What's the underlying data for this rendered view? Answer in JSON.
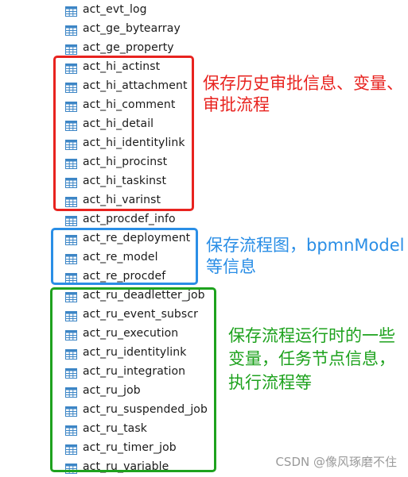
{
  "tables": [
    "act_evt_log",
    "act_ge_bytearray",
    "act_ge_property",
    "act_hi_actinst",
    "act_hi_attachment",
    "act_hi_comment",
    "act_hi_detail",
    "act_hi_identitylink",
    "act_hi_procinst",
    "act_hi_taskinst",
    "act_hi_varinst",
    "act_procdef_info",
    "act_re_deployment",
    "act_re_model",
    "act_re_procdef",
    "act_ru_deadletter_job",
    "act_ru_event_subscr",
    "act_ru_execution",
    "act_ru_identitylink",
    "act_ru_integration",
    "act_ru_job",
    "act_ru_suspended_job",
    "act_ru_task",
    "act_ru_timer_job",
    "act_ru_variable"
  ],
  "annotations": {
    "history": "保存历史审批信息、变量、审批流程",
    "repository": "保存流程图，bpmnModel等信息",
    "runtime": "保存流程运行时的一些变量，任务节点信息，执行流程等"
  },
  "colors": {
    "history": "#e8231f",
    "repository": "#2a8ee6",
    "runtime": "#1ea21e",
    "icon": "#3d86c6"
  },
  "watermark": "CSDN @像风琢磨不住"
}
